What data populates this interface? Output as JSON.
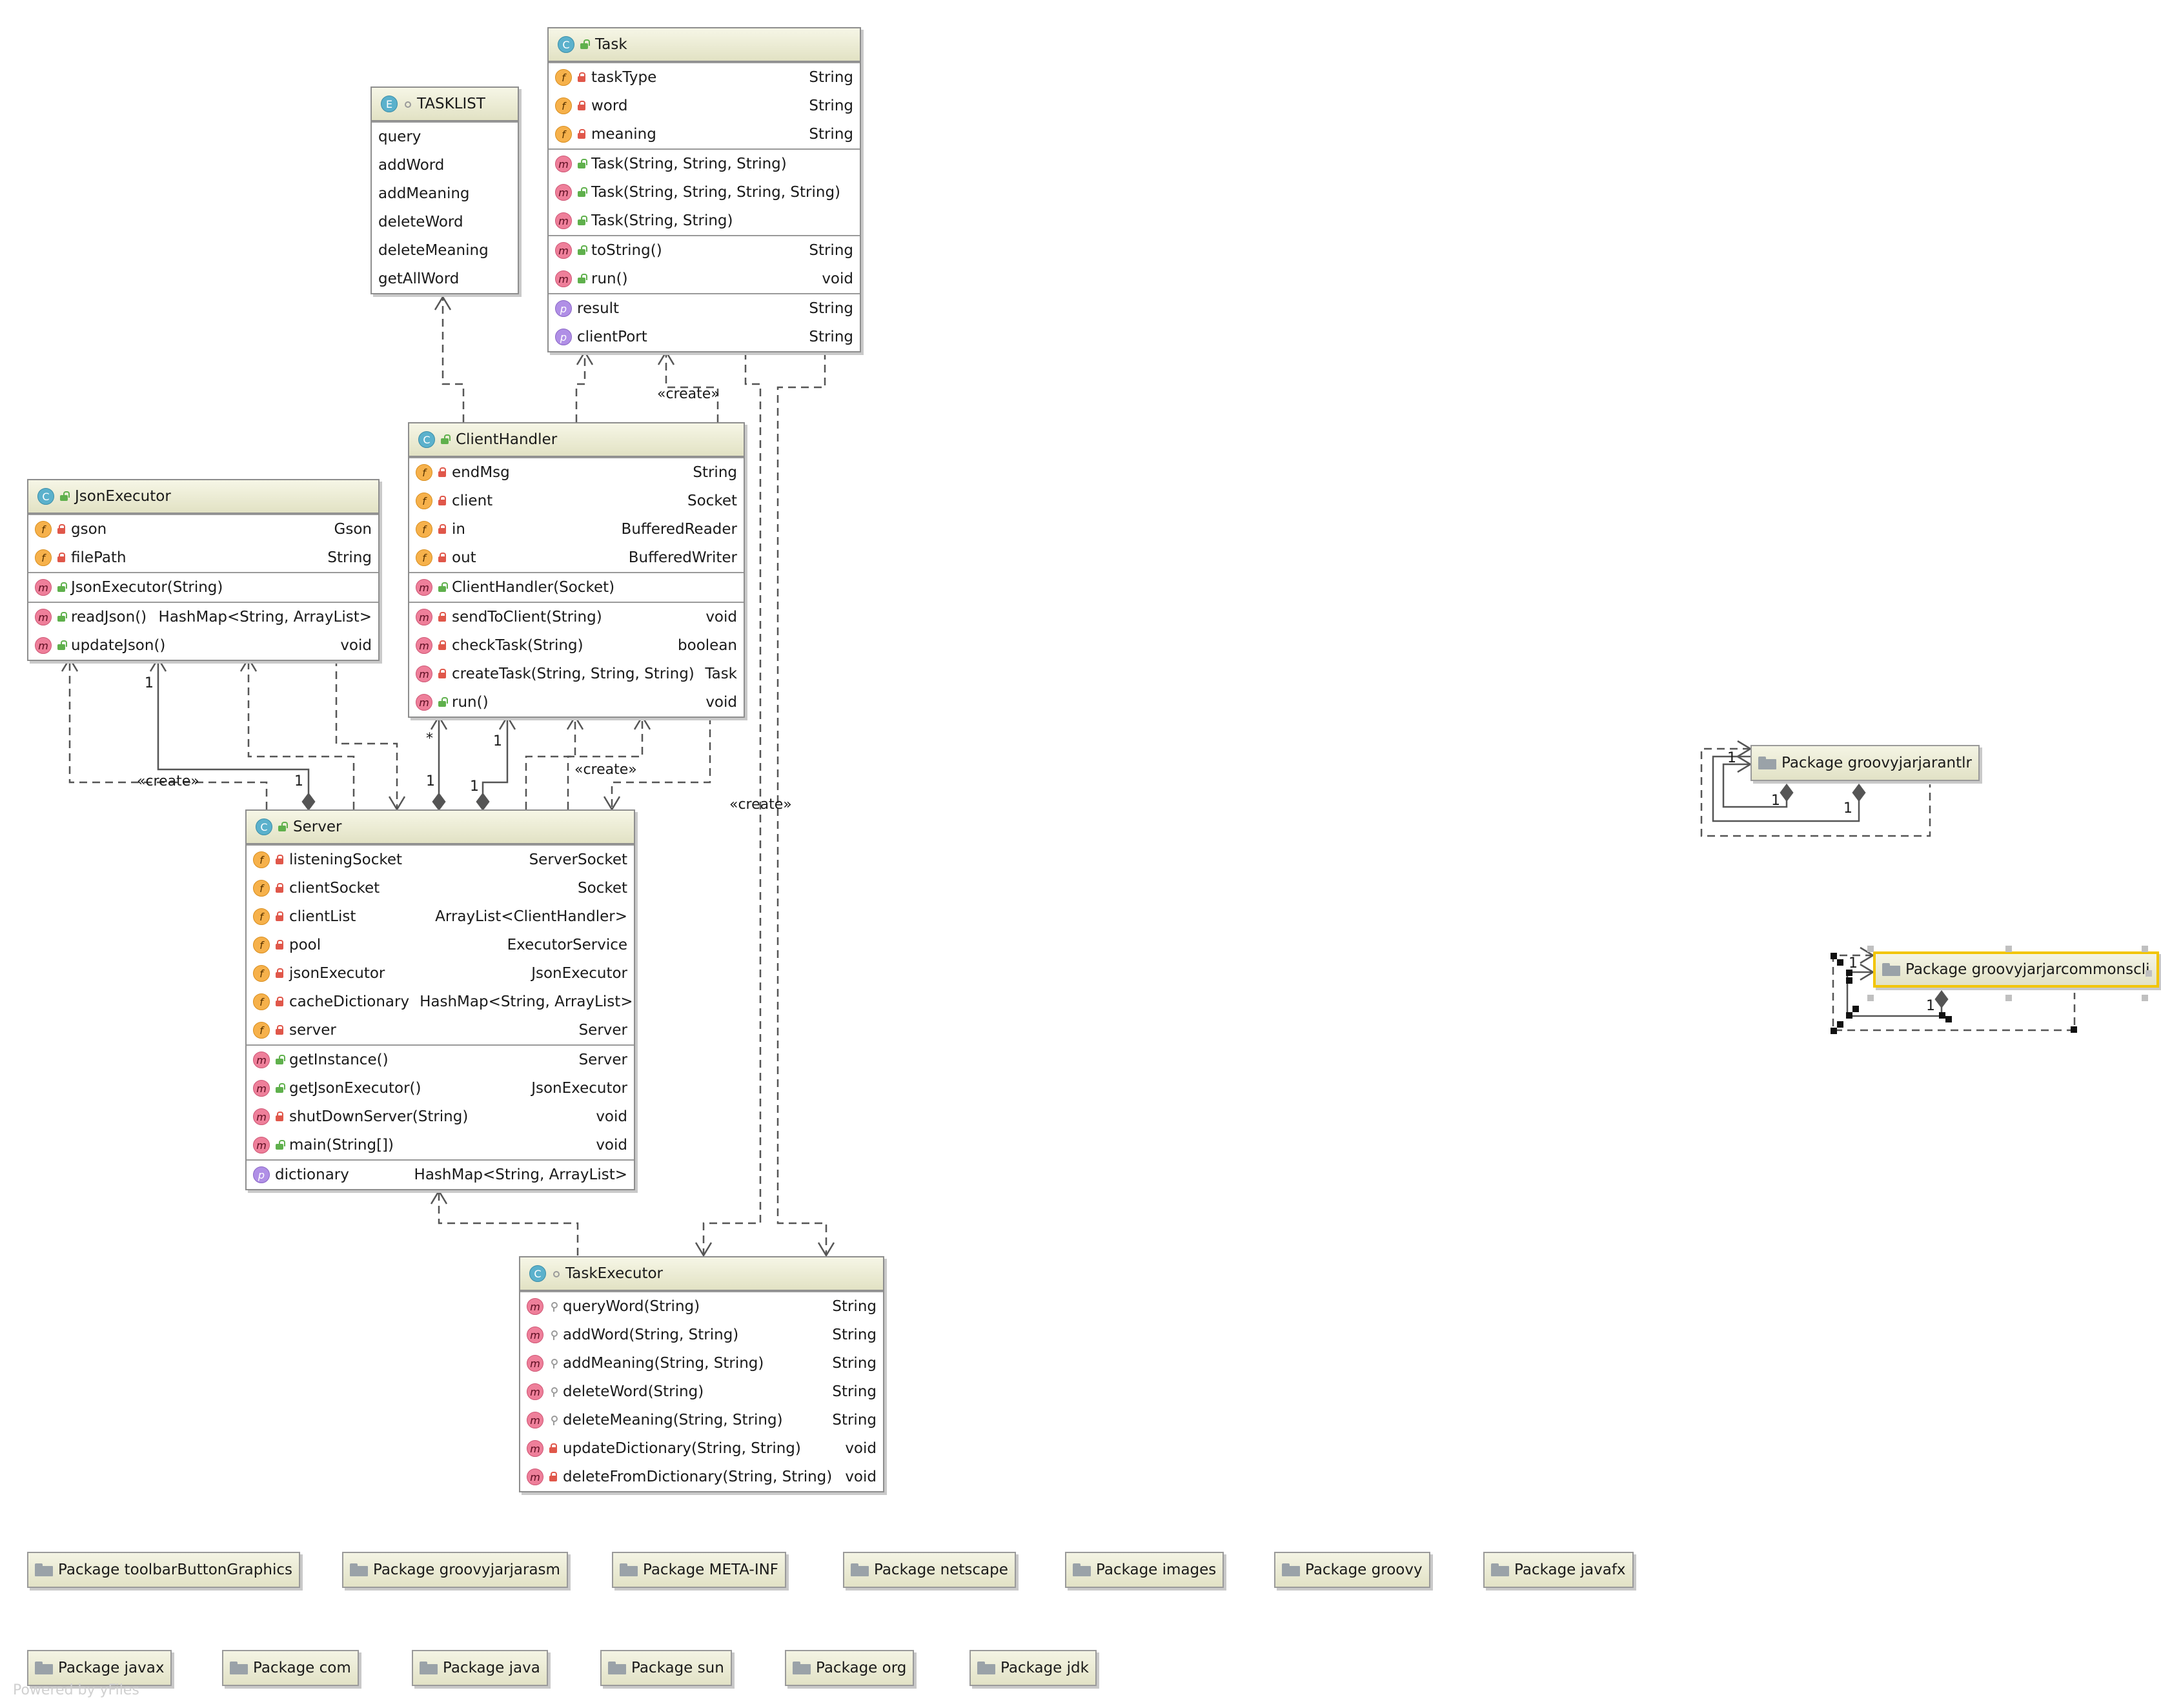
{
  "classes": {
    "task": {
      "name": "Task",
      "badge": "C",
      "fields": [
        {
          "name": "taskType",
          "type": "String"
        },
        {
          "name": "word",
          "type": "String"
        },
        {
          "name": "meaning",
          "type": "String"
        }
      ],
      "constructors": [
        {
          "name": "Task(String, String, String)"
        },
        {
          "name": "Task(String, String, String, String)"
        },
        {
          "name": "Task(String, String)"
        }
      ],
      "methods": [
        {
          "name": "toString()",
          "type": "String"
        },
        {
          "name": "run()",
          "type": "void"
        }
      ],
      "properties": [
        {
          "name": "result",
          "type": "String"
        },
        {
          "name": "clientPort",
          "type": "String"
        }
      ]
    },
    "tasklist": {
      "name": "TASKLIST",
      "badge": "E",
      "constants": [
        "query",
        "addWord",
        "addMeaning",
        "deleteWord",
        "deleteMeaning",
        "getAllWord"
      ]
    },
    "client_handler": {
      "name": "ClientHandler",
      "badge": "C",
      "fields": [
        {
          "name": "endMsg",
          "type": "String"
        },
        {
          "name": "client",
          "type": "Socket"
        },
        {
          "name": "in",
          "type": "BufferedReader"
        },
        {
          "name": "out",
          "type": "BufferedWriter"
        }
      ],
      "constructors": [
        {
          "name": "ClientHandler(Socket)"
        }
      ],
      "methods": [
        {
          "name": "sendToClient(String)",
          "type": "void"
        },
        {
          "name": "checkTask(String)",
          "type": "boolean"
        },
        {
          "name": "createTask(String, String, String)",
          "type": "Task"
        },
        {
          "name": "run()",
          "type": "void"
        }
      ]
    },
    "json_executor": {
      "name": "JsonExecutor",
      "badge": "C",
      "fields": [
        {
          "name": "gson",
          "type": "Gson"
        },
        {
          "name": "filePath",
          "type": "String"
        }
      ],
      "constructors": [
        {
          "name": "JsonExecutor(String)"
        }
      ],
      "methods": [
        {
          "name": "readJson()",
          "type": "HashMap<String, ArrayList>"
        },
        {
          "name": "updateJson()",
          "type": "void"
        }
      ]
    },
    "server": {
      "name": "Server",
      "badge": "C",
      "fields": [
        {
          "name": "listeningSocket",
          "type": "ServerSocket"
        },
        {
          "name": "clientSocket",
          "type": "Socket"
        },
        {
          "name": "clientList",
          "type": "ArrayList<ClientHandler>"
        },
        {
          "name": "pool",
          "type": "ExecutorService"
        },
        {
          "name": "jsonExecutor",
          "type": "JsonExecutor"
        },
        {
          "name": "cacheDictionary",
          "type": "HashMap<String, ArrayList>"
        },
        {
          "name": "server",
          "type": "Server"
        }
      ],
      "methods": [
        {
          "name": "getInstance()",
          "type": "Server"
        },
        {
          "name": "getJsonExecutor()",
          "type": "JsonExecutor"
        },
        {
          "name": "shutDownServer(String)",
          "type": "void"
        },
        {
          "name": "main(String[])",
          "type": "void"
        }
      ],
      "properties": [
        {
          "name": "dictionary",
          "type": "HashMap<String, ArrayList>"
        }
      ]
    },
    "task_executor": {
      "name": "TaskExecutor",
      "badge": "C",
      "methods": [
        {
          "name": "queryWord(String)",
          "type": "String"
        },
        {
          "name": "addWord(String, String)",
          "type": "String"
        },
        {
          "name": "addMeaning(String, String)",
          "type": "String"
        },
        {
          "name": "deleteWord(String)",
          "type": "String"
        },
        {
          "name": "deleteMeaning(String, String)",
          "type": "String"
        },
        {
          "name": "updateDictionary(String, String)",
          "type": "void"
        },
        {
          "name": "deleteFromDictionary(String, String)",
          "type": "void"
        }
      ]
    }
  },
  "edge_labels": {
    "create": "«create»",
    "one": "1",
    "many": "*"
  },
  "packages": {
    "antlr": "Package groovyjarjarantlr",
    "commonscli": "Package groovyjarjarcommonscli",
    "toolbar": "Package toolbarButtonGraphics",
    "asm": "Package groovyjarjarasm",
    "metainf": "Package META-INF",
    "netscape": "Package netscape",
    "images": "Package images",
    "groovy": "Package groovy",
    "javafx": "Package javafx",
    "javax": "Package javax",
    "com": "Package com",
    "java": "Package java",
    "sun": "Package sun",
    "org": "Package org",
    "jdk": "Package jdk"
  },
  "footer": "Powered by yFiles",
  "colors": {
    "header": "#eeeed8",
    "selection": "#f2c500",
    "field_badge": "#f6b14b",
    "method_badge": "#ee7f9a",
    "class_badge": "#5bb1cc",
    "property_badge": "#b08fe6"
  }
}
